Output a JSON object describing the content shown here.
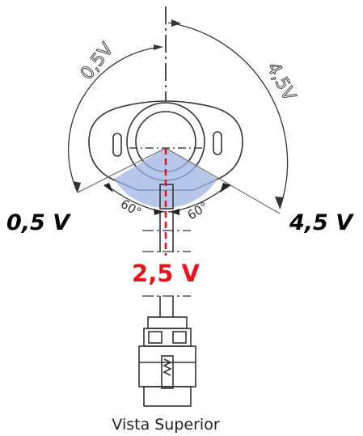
{
  "labels": {
    "left_arc": "0,5V",
    "right_arc": "4,5V",
    "left_value": "0,5 V",
    "right_value": "4,5 V",
    "center_value": "2,5 V",
    "left_angle": "60°",
    "right_angle": "60°",
    "caption": "Vista Superior"
  },
  "colors": {
    "line": "#333333",
    "center_line": "#e8141c",
    "center_value": "#e8141c",
    "sector_fill": "#9fb4e6"
  }
}
